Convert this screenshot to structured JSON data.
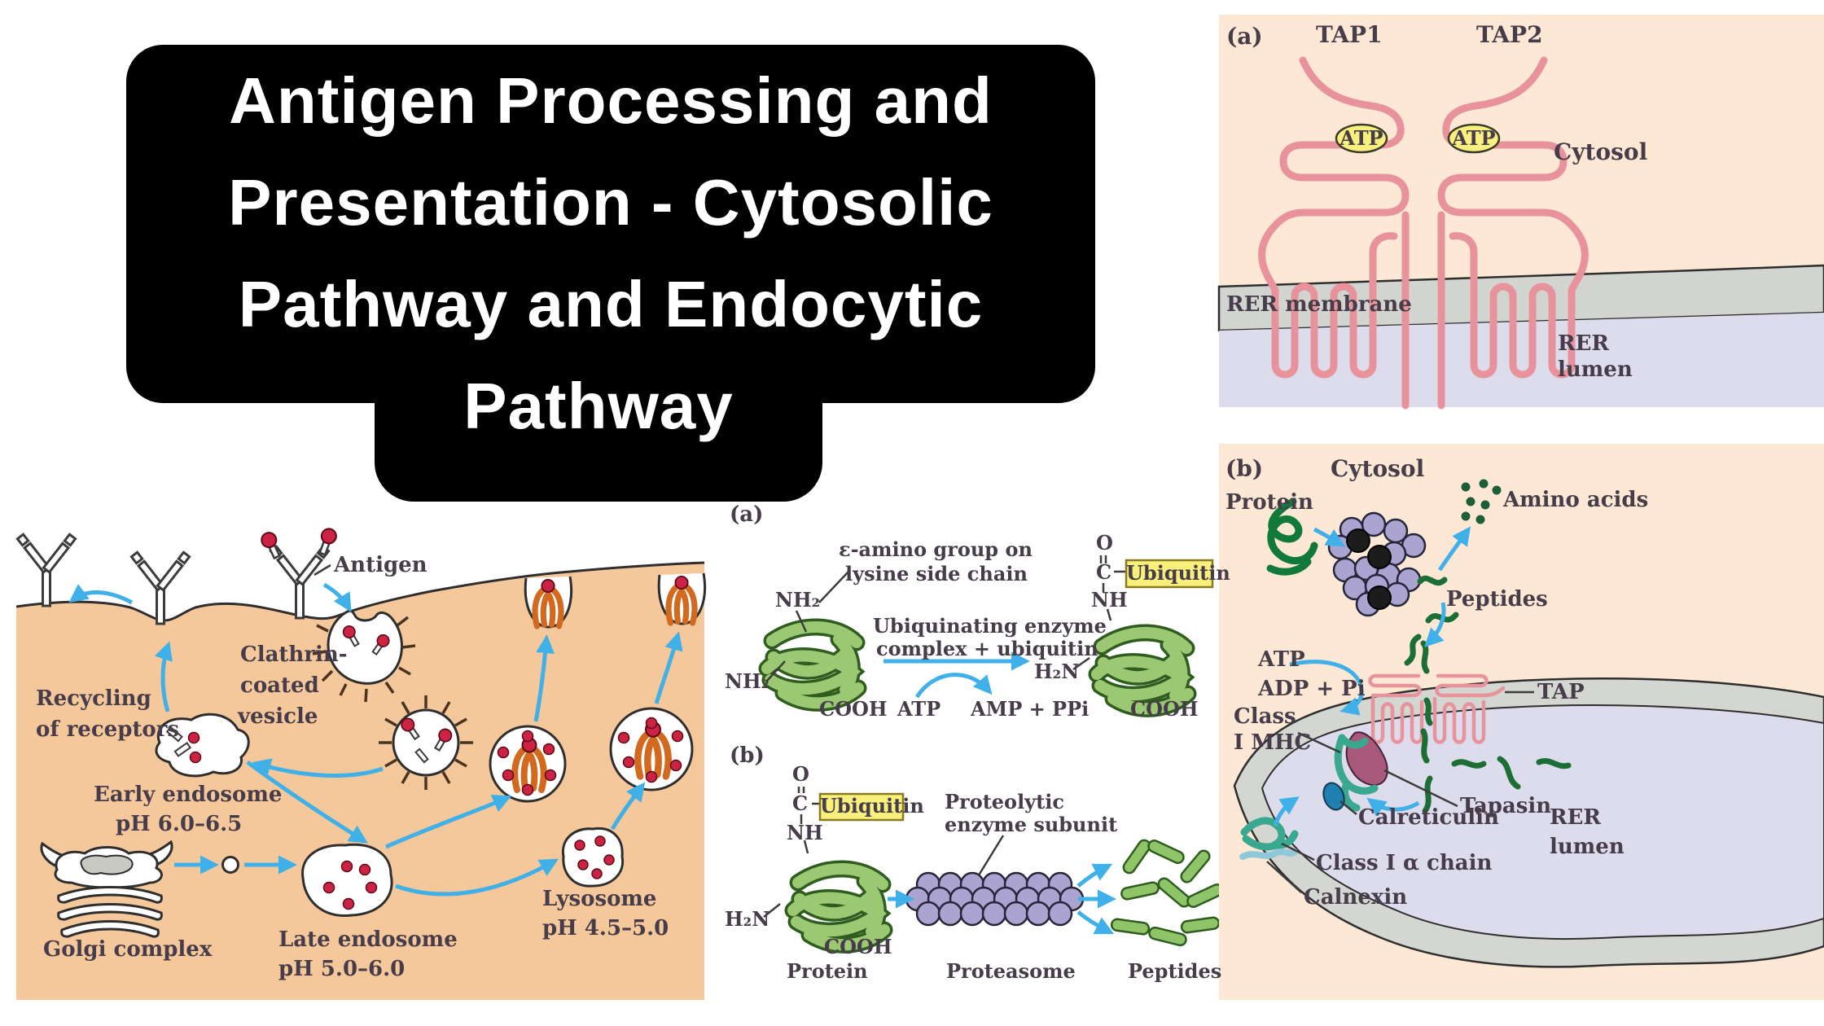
{
  "title": {
    "line1": "Antigen Processing and",
    "line2": "Presentation - Cytosolic",
    "line3": "Pathway and Endocytic",
    "line4": "Pathway"
  },
  "colors": {
    "peach_bg": "#fce8d4",
    "cell_orange": "#f5c89b",
    "membrane_gray": "#d2d4cf",
    "lumen_lavender": "#dcdcec",
    "tap_pink": "#e8939c",
    "atp_yellow": "#f7f07e",
    "ubiquitin_yellow": "#f9f07c",
    "protein_green": "#9dc873",
    "proteasome_purple": "#aba3d0",
    "antigen_red": "#cc2244",
    "mhc_class2_orange": "#d2691e",
    "arrow_blue": "#3fb0e8",
    "peptide_dark_green": "#117a3a",
    "label_text": "#473c49"
  },
  "tap_panel": {
    "tag": "(a)",
    "tap1": "TAP1",
    "tap2": "TAP2",
    "atp": "ATP",
    "cytosol": "Cytosol",
    "rer_membrane": "RER membrane",
    "rer": "RER",
    "lumen": "lumen"
  },
  "endo_panel": {
    "antigen": "Antigen",
    "clathrin_l1": "Clathrin-",
    "clathrin_l2": "coated",
    "clathrin_l3": "vesicle",
    "recycling_l1": "Recycling",
    "recycling_l2": "of receptors",
    "early_l1": "Early endosome",
    "early_l2": "pH 6.0–6.5",
    "golgi": "Golgi complex",
    "late_l1": "Late endosome",
    "late_l2": "pH 5.0–6.0",
    "lyso_l1": "Lysosome",
    "lyso_l2": "pH 4.5–5.0"
  },
  "ubq_panel": {
    "tag_a": "(a)",
    "tag_b": "(b)",
    "eps_l1": "ε-amino group on",
    "eps_l2": "lysine side chain",
    "nh2": "NH₂",
    "h2n": "H₂N",
    "cooh": "COOH",
    "o": "O",
    "c": "C",
    "nh": "NH",
    "ubiquitin": "Ubiquitin",
    "rxn_l1": "Ubiquinating enzyme",
    "rxn_l2": "complex + ubiquitin",
    "atp": "ATP",
    "amp": "AMP + PPi",
    "protein": "Protein",
    "proteo_l1": "Proteolytic",
    "proteo_l2": "enzyme subunit",
    "proteasome": "Proteasome",
    "peptides": "Peptides"
  },
  "mhc_panel": {
    "tag": "(b)",
    "cytosol": "Cytosol",
    "protein": "Protein",
    "amino_acids": "Amino acids",
    "peptides": "Peptides",
    "atp": "ATP",
    "adp": "ADP + Pi",
    "class_l1": "Class",
    "class_l2": "I MHC",
    "tap": "TAP",
    "tapasin": "Tapasin",
    "calreticulin": "Calreticulin",
    "alpha_chain": "Class I α chain",
    "calnexin": "Calnexin",
    "rer": "RER",
    "lumen": "lumen"
  }
}
